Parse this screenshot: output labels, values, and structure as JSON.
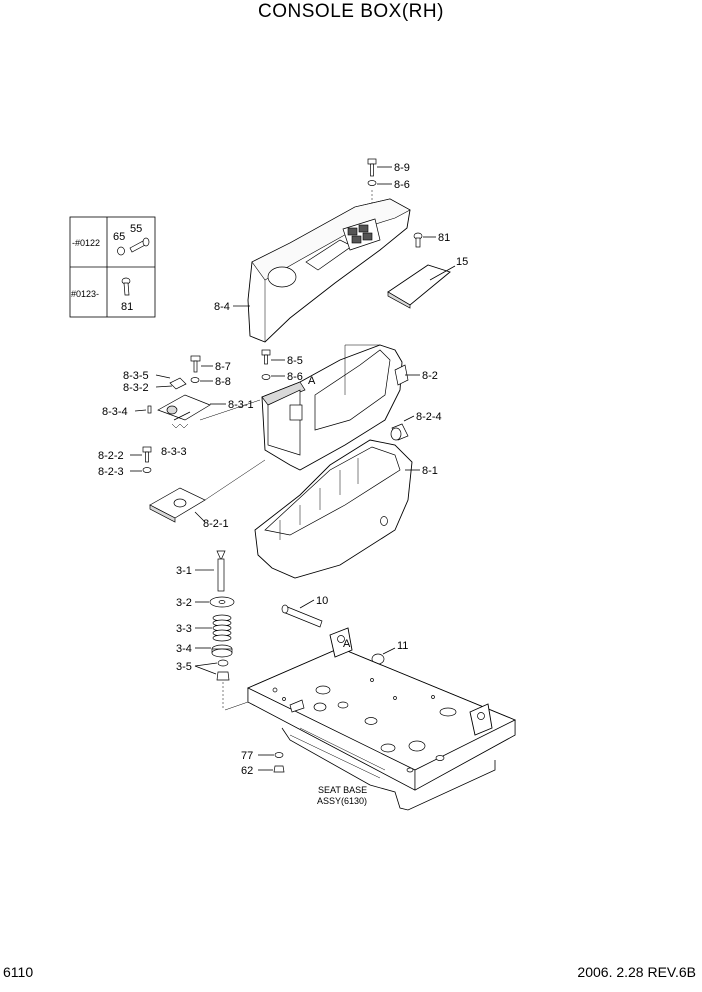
{
  "header": {
    "title": "CONSOLE BOX(RH)"
  },
  "footer": {
    "page_number": "6110",
    "date_rev": "2006. 2.28  REV.6B"
  },
  "serial_table": {
    "rows": [
      {
        "range": "-#0122",
        "parts": [
          "65",
          "55"
        ]
      },
      {
        "range": "#0123-",
        "parts": [
          "81"
        ]
      }
    ]
  },
  "callouts": {
    "p8_9": "8-9",
    "p8_6a": "8-6",
    "p81": "81",
    "p15": "15",
    "p8_4": "8-4",
    "p8_5": "8-5",
    "p8_6b": "8-6",
    "pA1": "A",
    "p8_2": "8-2",
    "p8_7": "8-7",
    "p8_8": "8-8",
    "p8_3_5": "8-3-5",
    "p8_3_2": "8-3-2",
    "p8_3_1": "8-3-1",
    "p8_3_4": "8-3-4",
    "p8_2_4": "8-2-4",
    "p8_3_3": "8-3-3",
    "p8_2_2": "8-2-2",
    "p8_2_3": "8-2-3",
    "p8_1": "8-1",
    "p8_2_1": "8-2-1",
    "p3_1": "3-1",
    "p10": "10",
    "p3_2": "3-2",
    "p3_3": "3-3",
    "p3_4": "3-4",
    "pA2": "A",
    "p11": "11",
    "p3_5": "3-5",
    "p77": "77",
    "p62": "62",
    "seat_base_1": "SEAT BASE",
    "seat_base_2": "ASSY(6130)"
  }
}
